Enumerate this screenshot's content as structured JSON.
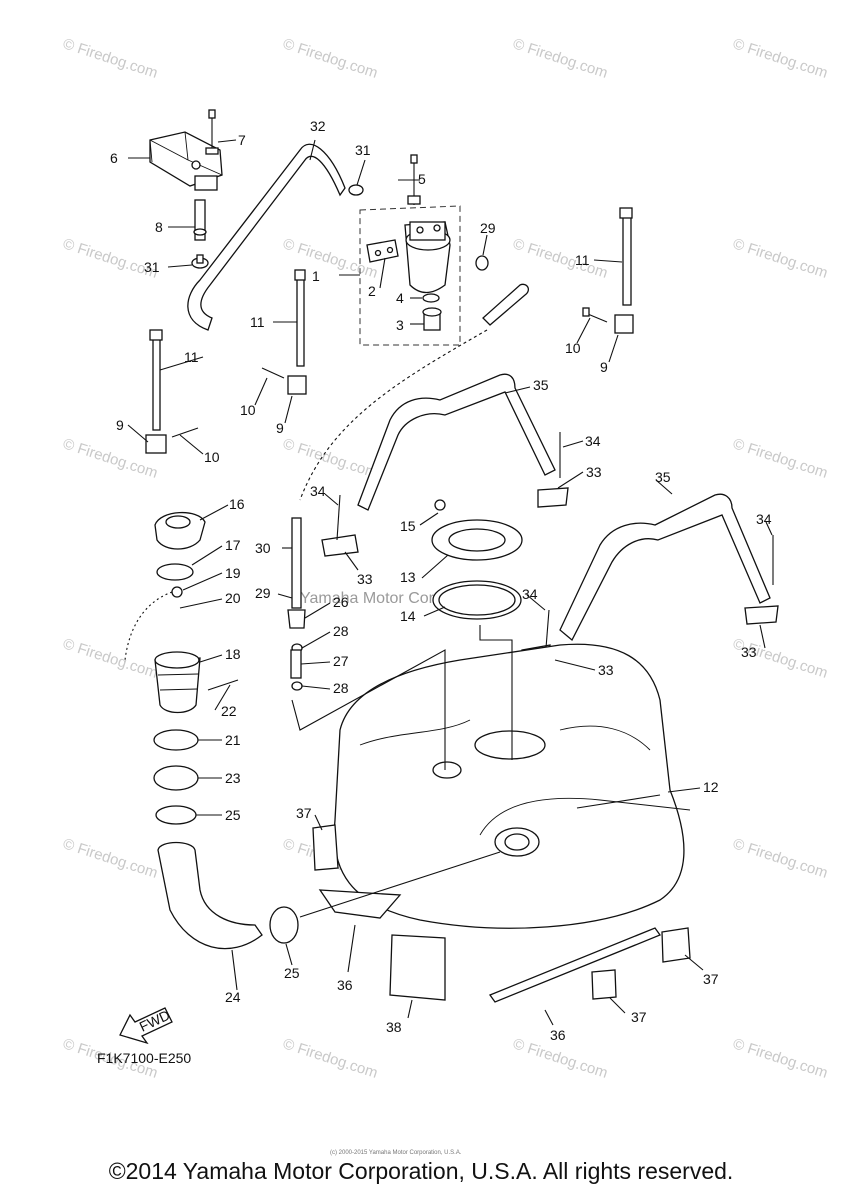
{
  "diagram": {
    "callouts": [
      "1",
      "2",
      "3",
      "4",
      "5",
      "6",
      "7",
      "8",
      "9",
      "10",
      "11",
      "12",
      "13",
      "14",
      "15",
      "16",
      "17",
      "18",
      "19",
      "20",
      "21",
      "22",
      "23",
      "24",
      "25",
      "26",
      "27",
      "28",
      "29",
      "30",
      "31",
      "32",
      "33",
      "34",
      "35",
      "36",
      "37",
      "38"
    ],
    "watermark": "Firedog.com",
    "overlay_watermark": "Yamaha Motor Corp., U.S.A.",
    "fwd_label": "FWD",
    "drawing_code": "F1K7100-E250"
  },
  "footer": {
    "copyright": "©2014 Yamaha Motor Corporation, U.S.A. All rights reserved.",
    "tiny_print": "(c) 2000-2015 Yamaha Motor Corporation, U.S.A."
  }
}
